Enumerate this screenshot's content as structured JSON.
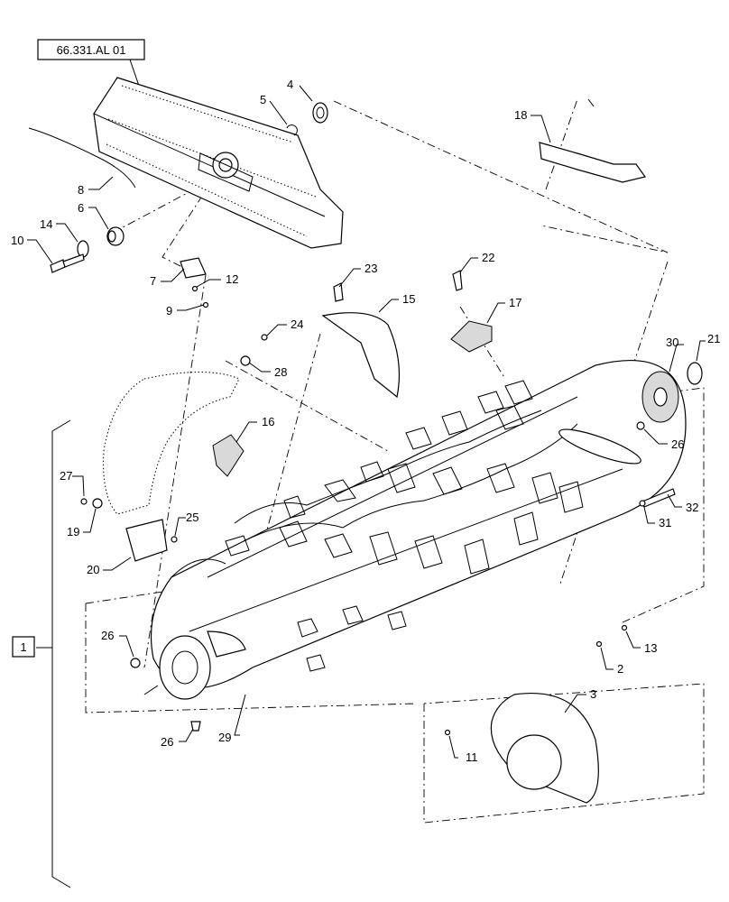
{
  "reference_box": {
    "label": "66.331.AL 01"
  },
  "assembly_box": {
    "label": "1"
  },
  "callouts": [
    {
      "id": "c4",
      "text": "4"
    },
    {
      "id": "c5",
      "text": "5"
    },
    {
      "id": "c18",
      "text": "18"
    },
    {
      "id": "c8",
      "text": "8"
    },
    {
      "id": "c6",
      "text": "6"
    },
    {
      "id": "c14",
      "text": "14"
    },
    {
      "id": "c10",
      "text": "10"
    },
    {
      "id": "c7",
      "text": "7"
    },
    {
      "id": "c12",
      "text": "12"
    },
    {
      "id": "c9",
      "text": "9"
    },
    {
      "id": "c23",
      "text": "23"
    },
    {
      "id": "c22",
      "text": "22"
    },
    {
      "id": "c15",
      "text": "15"
    },
    {
      "id": "c17",
      "text": "17"
    },
    {
      "id": "c24",
      "text": "24"
    },
    {
      "id": "c28",
      "text": "28"
    },
    {
      "id": "c30",
      "text": "30"
    },
    {
      "id": "c21",
      "text": "21"
    },
    {
      "id": "c16",
      "text": "16"
    },
    {
      "id": "c26a",
      "text": "26"
    },
    {
      "id": "c27",
      "text": "27"
    },
    {
      "id": "c19",
      "text": "19"
    },
    {
      "id": "c25",
      "text": "25"
    },
    {
      "id": "c20",
      "text": "20"
    },
    {
      "id": "c32",
      "text": "32"
    },
    {
      "id": "c31",
      "text": "31"
    },
    {
      "id": "c26b",
      "text": "26"
    },
    {
      "id": "c13",
      "text": "13"
    },
    {
      "id": "c2",
      "text": "2"
    },
    {
      "id": "c3",
      "text": "3"
    },
    {
      "id": "c11",
      "text": "11"
    },
    {
      "id": "c26c",
      "text": "26"
    },
    {
      "id": "c29",
      "text": "29"
    }
  ]
}
